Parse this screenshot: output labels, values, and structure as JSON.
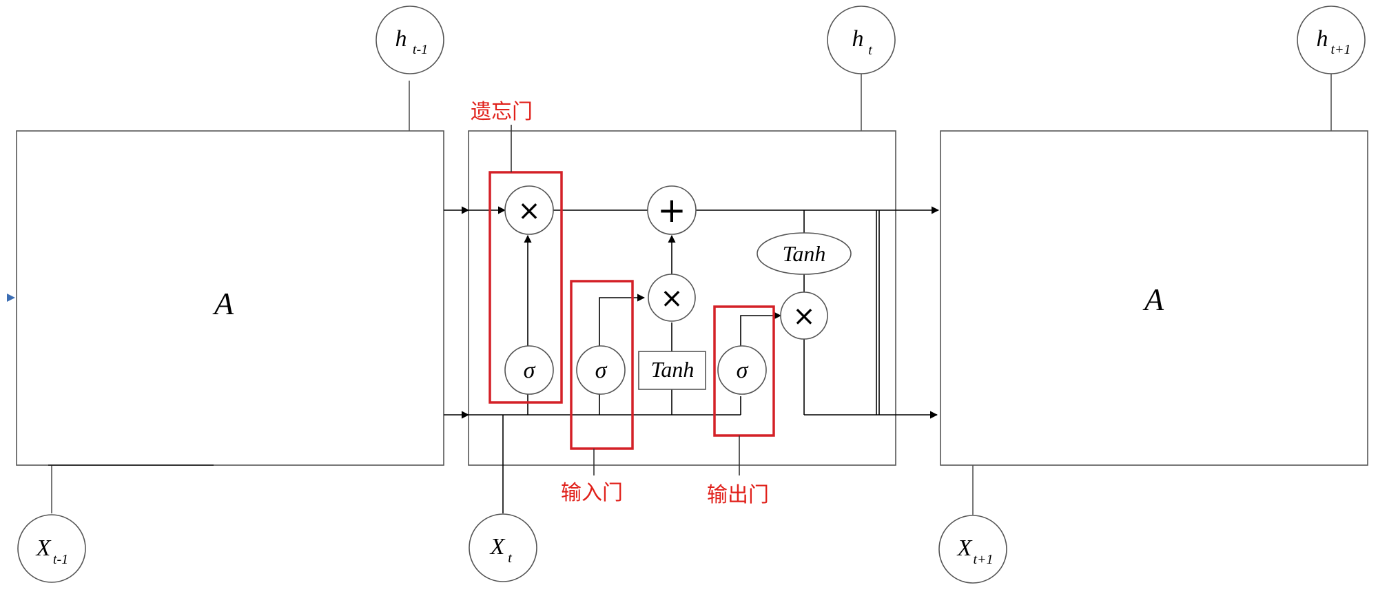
{
  "colors": {
    "stroke": "#4a4a4a",
    "line": "#000000",
    "highlight": "#d42027",
    "label": "#e0201a",
    "side_arrow": "#3b6db3"
  },
  "cells": {
    "left": {
      "label": "A",
      "input": {
        "main": "X",
        "sub": "t-1"
      },
      "output": {
        "main": "h",
        "sub": "t-1"
      }
    },
    "center": {
      "input": {
        "main": "X",
        "sub": "t"
      },
      "output": {
        "main": "h",
        "sub": "t"
      }
    },
    "right": {
      "label": "A",
      "input": {
        "main": "X",
        "sub": "t+1"
      },
      "output": {
        "main": "h",
        "sub": "t+1"
      }
    }
  },
  "ops": {
    "multiply": "×",
    "add": "+",
    "sigma": "σ",
    "tanh": "Tanh"
  },
  "gates": {
    "forget": "遗忘门",
    "input": "输入门",
    "output": "输出门"
  },
  "icons": [
    "multiply-icon",
    "plus-icon",
    "sigma-icon",
    "arrowhead-icon"
  ]
}
